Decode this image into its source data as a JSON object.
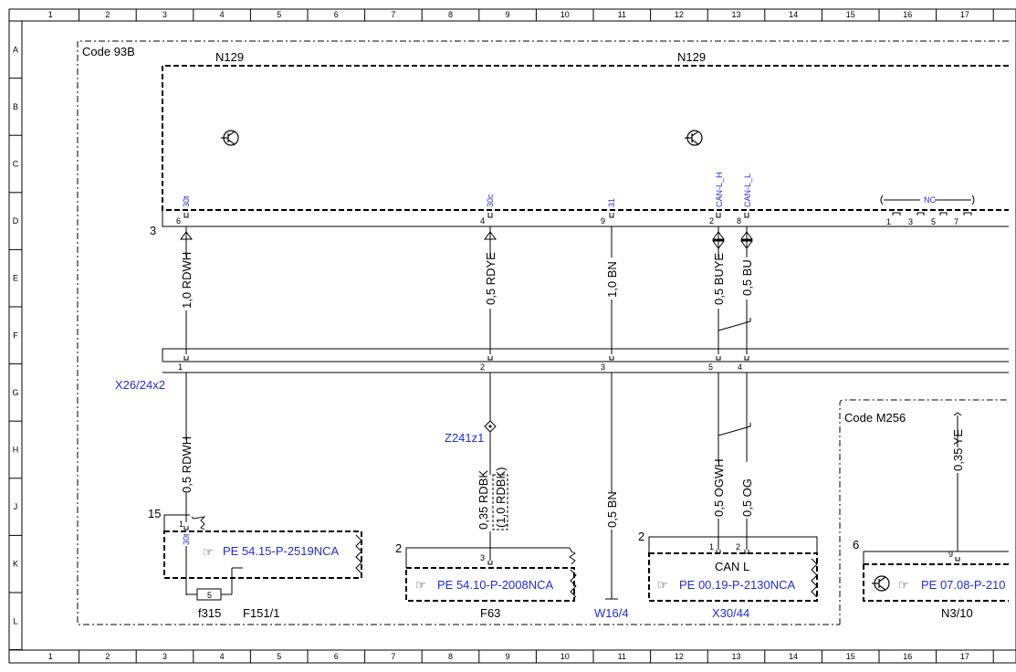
{
  "grid": {
    "columns": [
      "1",
      "2",
      "3",
      "4",
      "5",
      "6",
      "7",
      "8",
      "9",
      "10",
      "11",
      "12",
      "13",
      "14",
      "15",
      "16",
      "17"
    ],
    "rows": [
      "A",
      "B",
      "C",
      "D",
      "E",
      "F",
      "G",
      "H",
      "J",
      "K",
      "L"
    ]
  },
  "labels": {
    "code93b": "Code 93B",
    "n129_left": "N129",
    "n129_right": "N129",
    "n129_conn_num": "3",
    "x26": "X26/24x2",
    "z241z1": "Z241z1",
    "code_m256": "Code M256",
    "f151_num": "15",
    "f63_num": "2",
    "x30_num": "2",
    "n310_num": "6",
    "f315": "f315",
    "f151": "F151/1",
    "f63": "F63",
    "w164": "W16/4",
    "x3044": "X30/44",
    "n310": "N3/10",
    "can_l": "CAN L",
    "nc": "NC",
    "f315_pin": "5"
  },
  "pins_top": [
    {
      "sig": "30t",
      "pin": "6"
    },
    {
      "sig": "30c",
      "pin": "4"
    },
    {
      "sig": "31",
      "pin": "9"
    },
    {
      "sig": "CAN-L_H",
      "pin": "2"
    },
    {
      "sig": "CAN-L_L",
      "pin": "8"
    }
  ],
  "nc_pins": [
    "1",
    "3",
    "5",
    "7"
  ],
  "wires_upper": [
    "1,0 RDWH",
    "0,5 RDYE",
    "1,0 BN",
    "0,5 BUYE",
    "0,5 BU"
  ],
  "x26_pins": [
    "1",
    "2",
    "3",
    "5",
    "4"
  ],
  "wires_lower": [
    "0,5 RDWH",
    "0,35 RDBK",
    "(1,0 RDBK)",
    "0,5 BN",
    "0,5 OGWH",
    "0,5 OG",
    "0,35 YE"
  ],
  "bottom_pins": {
    "f151_pin": "1",
    "f151_sig": "30t",
    "f63_pin": "3",
    "x30_pin1": "1",
    "x30_pin2": "2",
    "n310_pin": "9"
  },
  "refs": {
    "f151": "PE 54.15-P-2519NCA",
    "f63": "PE 54.10-P-2008NCA",
    "x30": "PE 00.19-P-2130NCA",
    "n310": "PE 07.08-P-210"
  },
  "icons": {
    "transistor": "transistor-icon",
    "reference": "pointing-hand-icon"
  },
  "colors": {
    "link": "#1f2fd6",
    "line": "#000000"
  }
}
